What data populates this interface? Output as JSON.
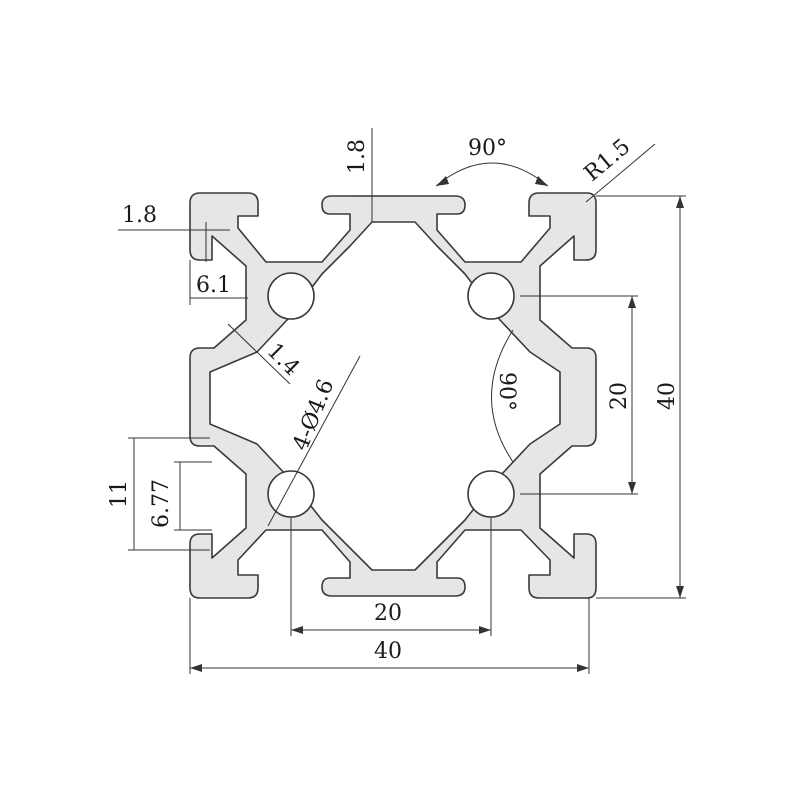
{
  "drawing": {
    "labels": {
      "lip_top": "1.8",
      "slot_angle": "90°",
      "corner_radius": "R1.5",
      "lip_left": "1.8",
      "slot_depth": "6.1",
      "web_thickness": "1.4",
      "bore": "4-Ø4.6",
      "diag_angle": "90°",
      "hole_pitch_vertical": "20",
      "height": "40",
      "slot_outer": "11",
      "slot_inner": "6.77",
      "hole_pitch_horizontal": "20",
      "width": "40"
    }
  }
}
